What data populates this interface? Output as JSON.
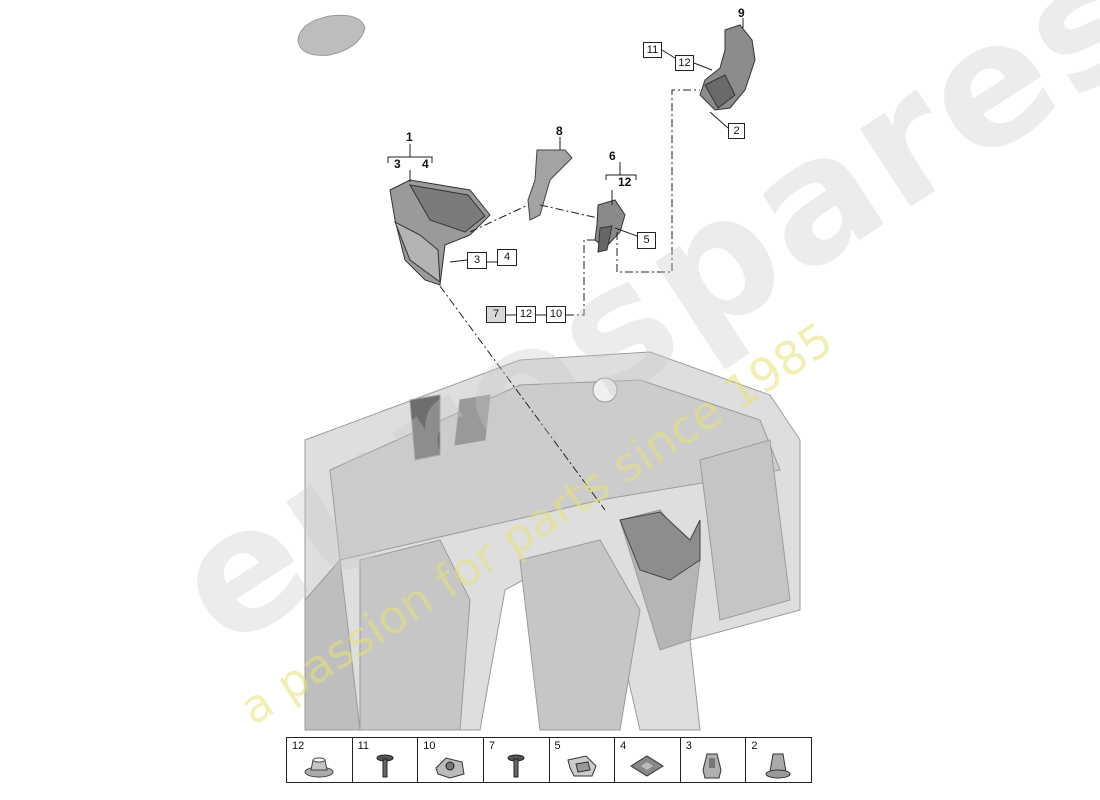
{
  "watermark": {
    "brand": "eurospares",
    "slogan": "a passion for parts since 1985"
  },
  "labels": {
    "n1": "1",
    "n3": "3",
    "n4": "4",
    "n6": "6",
    "n8": "8",
    "n9": "9",
    "n12": "12"
  },
  "callouts": {
    "c11": "11",
    "c12top": "12",
    "c2": "2",
    "c5": "5",
    "c3": "3",
    "c4": "4",
    "c7": "7",
    "c12": "12",
    "c10": "10"
  },
  "legend": [
    {
      "num": "12",
      "icon": "clip-nut-icon"
    },
    {
      "num": "11",
      "icon": "screw-icon"
    },
    {
      "num": "10",
      "icon": "spring-clip-icon"
    },
    {
      "num": "7",
      "icon": "screw-icon"
    },
    {
      "num": "5",
      "icon": "retaining-clip-icon"
    },
    {
      "num": "4",
      "icon": "foam-pad-icon"
    },
    {
      "num": "3",
      "icon": "plastic-clip-icon"
    },
    {
      "num": "2",
      "icon": "expansion-rivet-icon"
    }
  ],
  "colors": {
    "part": "#9a9a9a",
    "part_dark": "#6e6e6e",
    "car_body": "#cfcfcf",
    "watermark_yellow": "#e8e178"
  }
}
